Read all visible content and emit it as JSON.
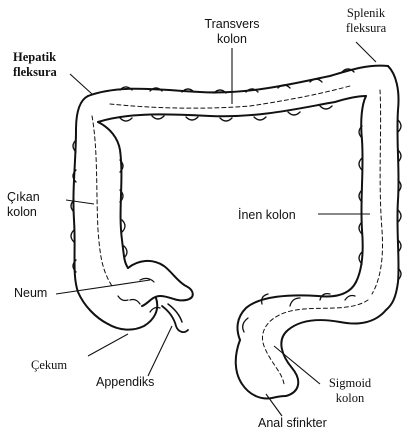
{
  "labels": {
    "transvers_kolon": [
      "Transvers",
      "kolon"
    ],
    "splenik_fleksura": [
      "Splenik",
      "fleksura"
    ],
    "hepatik_fleksura": [
      "Hepatik",
      "fleksura"
    ],
    "cikan_kolon": [
      "Çıkan",
      "kolon"
    ],
    "inen_kolon": "İnen kolon",
    "neum": "Neum",
    "cekum": "Çekum",
    "appendiks": "Appendiks",
    "sigmoid_kolon": [
      "Sigmoid",
      "kolon"
    ],
    "anal_sfinkter": "Anal sfinkter"
  }
}
